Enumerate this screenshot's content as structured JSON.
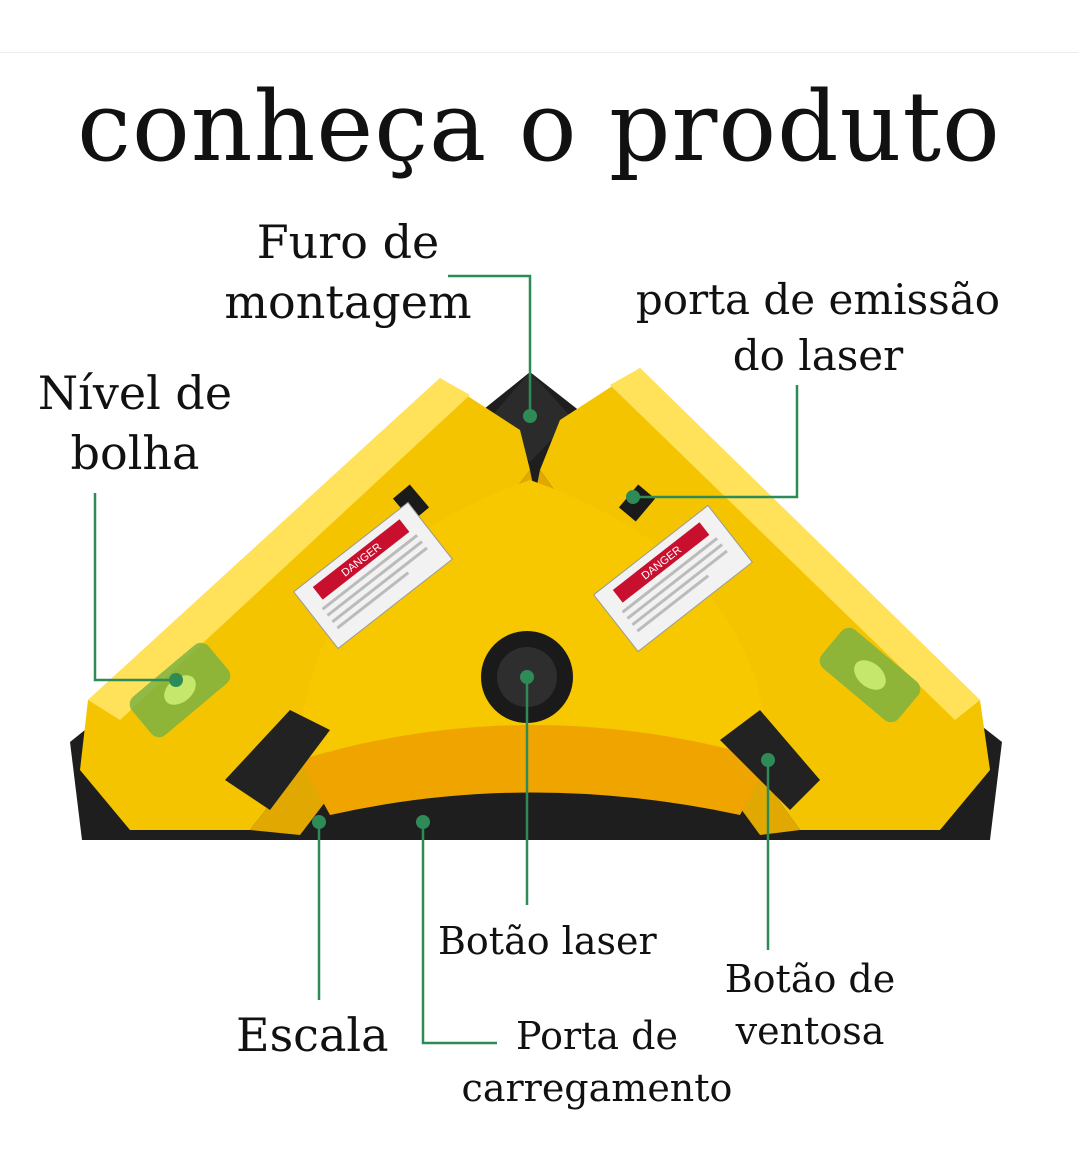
{
  "title": "conheça o produto",
  "labels": {
    "furo_de_montagem": [
      "Furo de",
      "montagem"
    ],
    "porta_de_emissao": [
      "porta de emissão",
      "do laser"
    ],
    "nivel_de_bolha": [
      "Nível de",
      "bolha"
    ],
    "botao_laser": "Botão laser",
    "botao_de_ventosa": [
      "Botão de",
      "ventosa"
    ],
    "escala": "Escala",
    "porta_de_carregamento": [
      "Porta de",
      "carregamento"
    ]
  },
  "label_warning": "DANGER",
  "colors": {
    "body_yellow": "#f5c400",
    "body_yellow_dark": "#e0a800",
    "body_orange": "#f0a400",
    "base_black": "#1e1e1e",
    "leader_green": "#2e8b57",
    "bubble_green": "#9bd13a",
    "danger_red": "#c8102e"
  }
}
